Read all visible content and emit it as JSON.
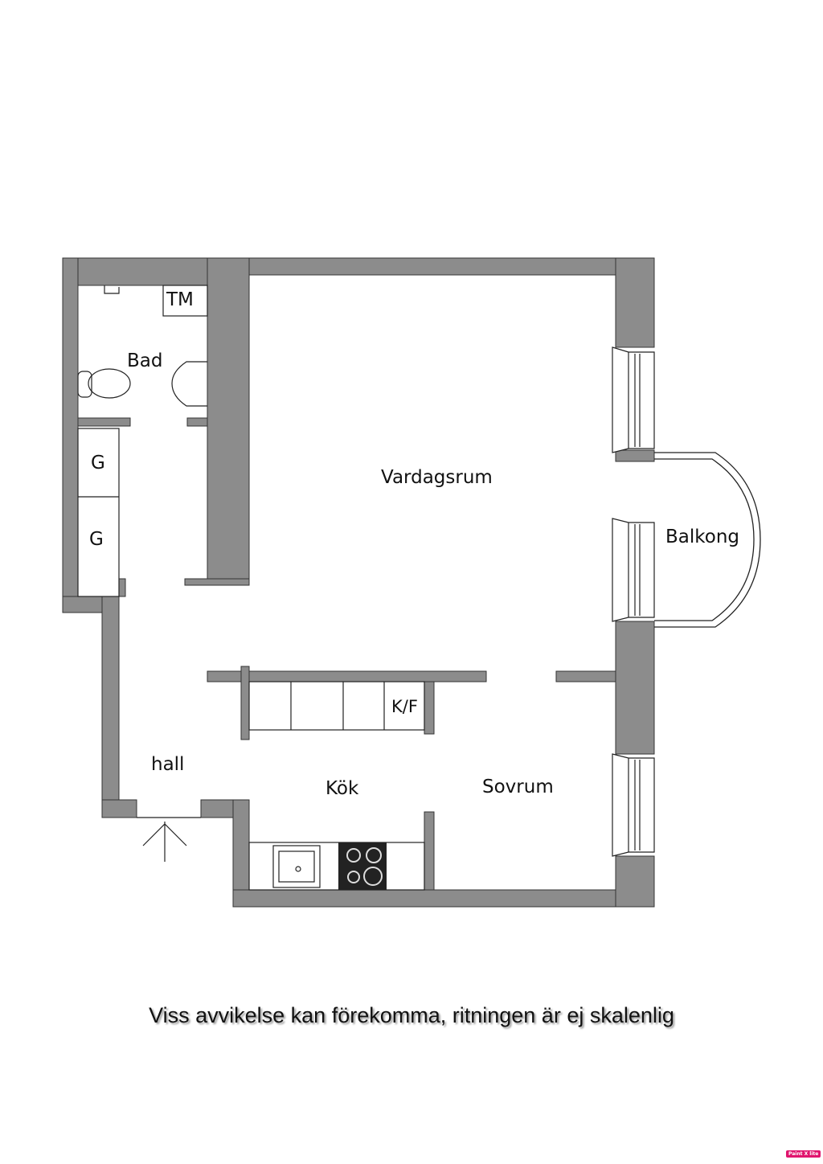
{
  "rooms": {
    "bad": "Bad",
    "tm": "TM",
    "closet1": "G",
    "closet2": "G",
    "vardagsrum": "Vardagsrum",
    "balkong": "Balkong",
    "kf": "K/F",
    "hall": "hall",
    "kok": "Kök",
    "sovrum": "Sovrum"
  },
  "disclaimer": "Viss avvikelse kan förekomma, ritningen är ej skalenlig",
  "watermark": "Paint X lite",
  "colors": {
    "wall": "#8c8c8c",
    "line": "#222222"
  }
}
